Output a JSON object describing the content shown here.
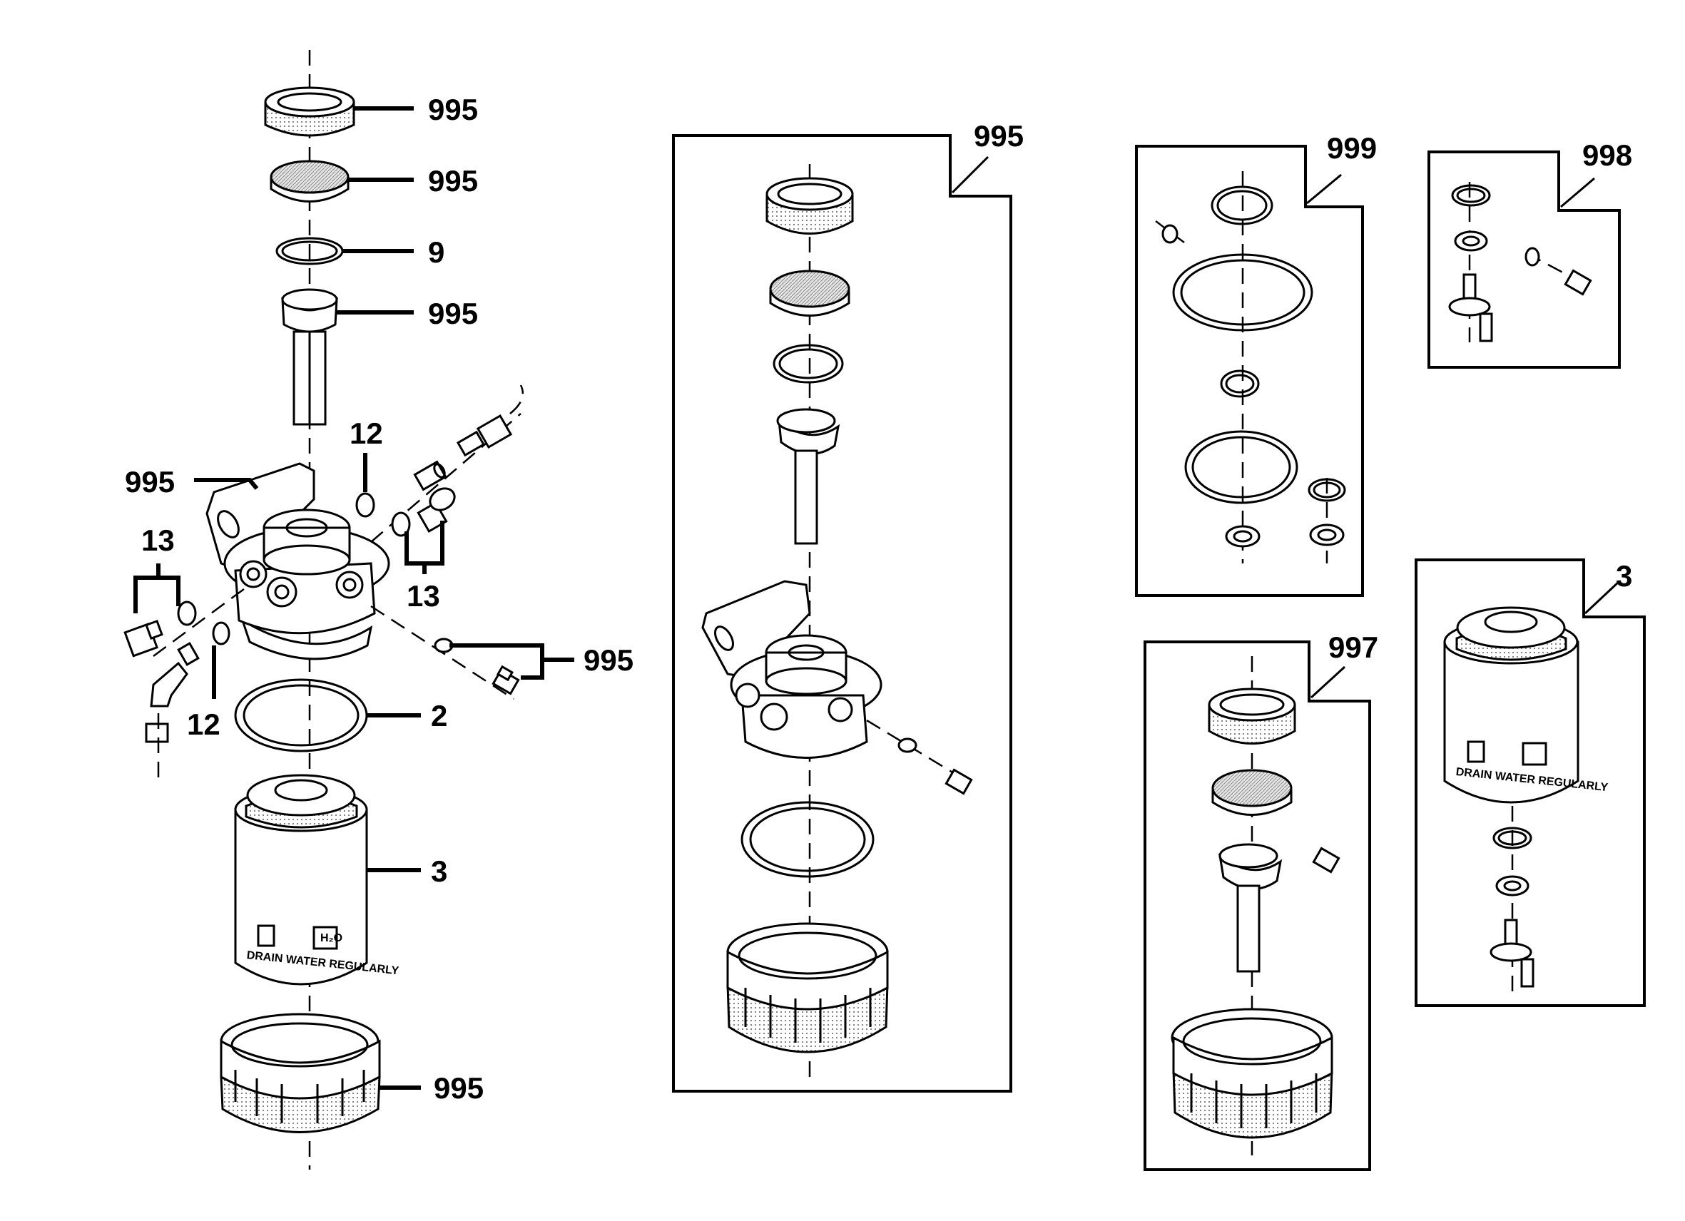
{
  "labels": {
    "cap_995": "995",
    "screen_995": "995",
    "oring_9": "9",
    "standpipe_995": "995",
    "bracket_995": "995",
    "washer_12_top": "12",
    "plug_13_left": "13",
    "plug_13_right": "13",
    "bleed_screw_995": "995",
    "washer_12_bottom": "12",
    "seal_2": "2",
    "element_3": "3",
    "bowl_995": "995",
    "kit_995": "995",
    "kit_999": "999",
    "kit_998": "998",
    "kit_997": "997",
    "kit_3": "3"
  },
  "filter_text": {
    "main": "DRAIN WATER REGULARLY",
    "kit": "DRAIN WATER REGULARLY",
    "h2o": "H₂O"
  }
}
